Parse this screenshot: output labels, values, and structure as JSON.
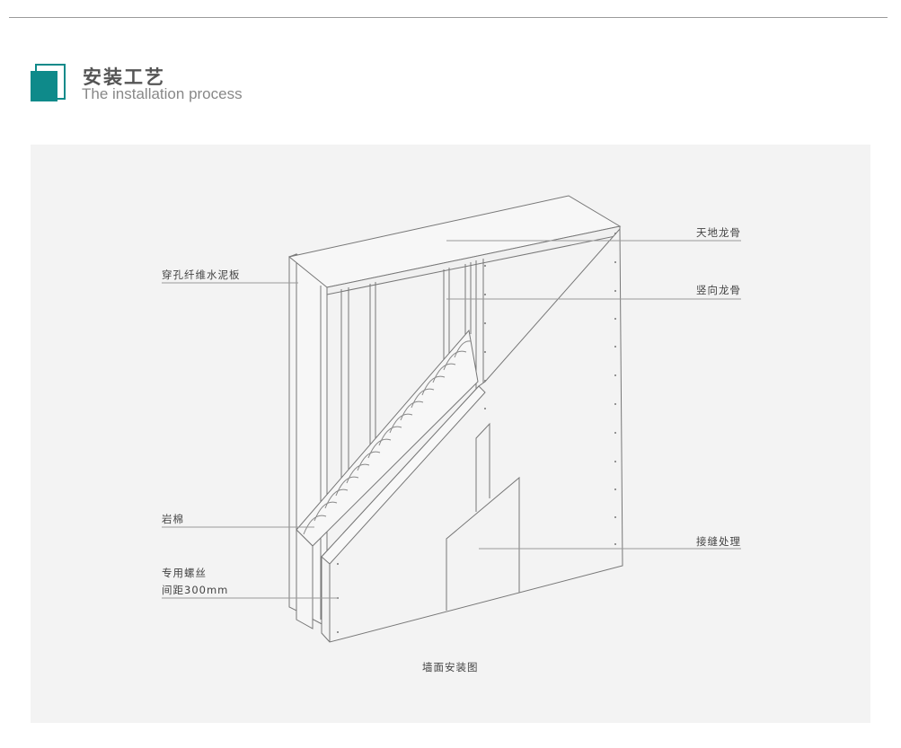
{
  "header": {
    "title_cn": "安装工艺",
    "title_en": "The installation process",
    "accent": "#0e8a8a"
  },
  "diagram": {
    "labels": {
      "top_bottom_keel": "天地龙骨",
      "vertical_keel": "竖向龙骨",
      "seam_treatment": "接缝处理",
      "perforated_board": "穿孔纤维水泥板",
      "rock_wool": "岩棉",
      "screw_line1": "专用螺丝",
      "screw_line2": "间距300mm"
    },
    "caption": "墙面安装图"
  }
}
